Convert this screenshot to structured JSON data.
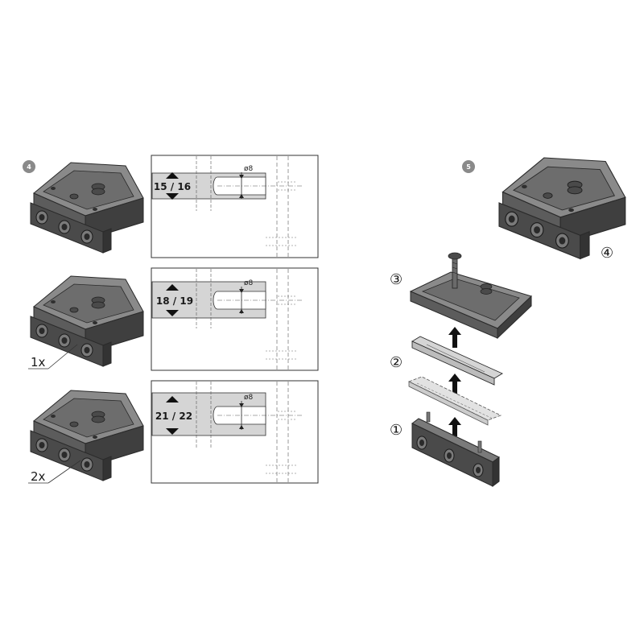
{
  "step4": {
    "badge": "4",
    "rows": [
      {
        "measure": "15 / 16",
        "diameter": "ø8",
        "quantity": ""
      },
      {
        "measure": "18 / 19",
        "diameter": "ø8",
        "quantity": "1x"
      },
      {
        "measure": "21 / 22",
        "diameter": "ø8",
        "quantity": "2x"
      }
    ]
  },
  "step5": {
    "badge": "5",
    "callouts": {
      "assembled": "④",
      "top_part": "③",
      "spacer": "②",
      "shim": "①"
    }
  },
  "colors": {
    "part_dark": "#3f3f3f",
    "part_mid": "#5c5c5c",
    "part_light": "#8a8a8a",
    "shim_light": "#d5d5d5",
    "badge": "#8a8a8a",
    "line": "#333333"
  }
}
